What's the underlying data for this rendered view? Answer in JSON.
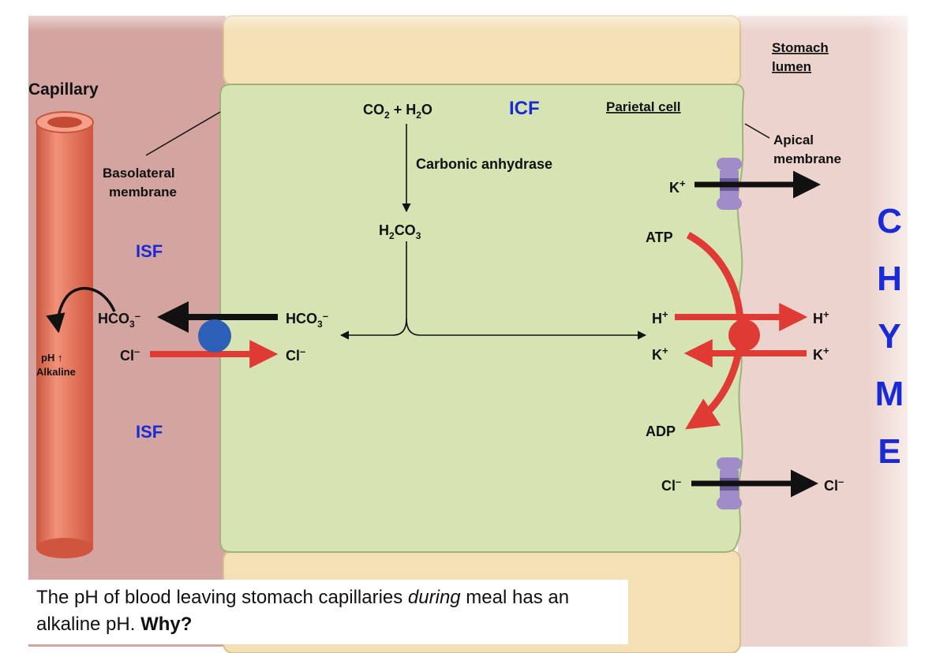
{
  "labels": {
    "capillary": "Capillary",
    "basolateral_line1": "Basolateral",
    "basolateral_line2": "membrane",
    "isf_top": "ISF",
    "isf_bottom": "ISF",
    "icf": "ICF",
    "parietal_cell": "Parietal cell",
    "stomach_lumen_line1": "Stomach",
    "stomach_lumen_line2": "lumen",
    "apical_line1": "Apical",
    "apical_line2": "membrane",
    "carbonic_anhydrase": "Carbonic anhydrase",
    "ph_up": "pH ↑",
    "alkaline": "Alkaline",
    "atp": "ATP",
    "adp": "ADP",
    "chyme_letters": [
      "C",
      "H",
      "Y",
      "M",
      "E"
    ]
  },
  "chemistry": {
    "co2": "CO",
    "co2_sub": "2",
    "plus": " + H",
    "h2o_sub": "2",
    "o": "O",
    "h2co3_h": "H",
    "h2co3_sub1": "2",
    "h2co3_co": "CO",
    "h2co3_sub2": "3",
    "hco3": "HCO",
    "hco3_sub": "3",
    "minus": "–",
    "cl": "Cl",
    "k": "K",
    "h": "H",
    "plus_sign": "+"
  },
  "caption": {
    "part1": "The pH of blood leaving stomach capillaries ",
    "italic": "during",
    "part2": " meal has an alkaline pH. ",
    "bold": "Why?"
  },
  "colors": {
    "isf": "#d4a5a0",
    "lumen": "#ecd3ce",
    "cell": "#d6e3b3",
    "neighbor": "#f5dfb5",
    "capillary": "#e8775a",
    "red_arrow": "#e03a35",
    "exchanger": "#2b5fb8",
    "channel": "#a08cc8",
    "chyme": "#1a2bd6"
  }
}
